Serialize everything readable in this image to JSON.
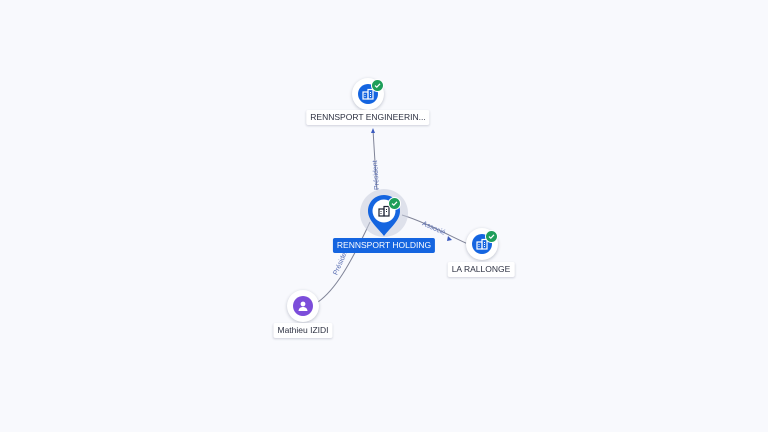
{
  "colors": {
    "company_blue": "#1565e0",
    "person_purple": "#7c4dda",
    "verified_green": "#1e9e5a",
    "edge_gray": "#7f8397",
    "edge_label_blue": "#5b6fb3",
    "background": "#f8f9fd"
  },
  "icons": {
    "company": "building-icon",
    "person": "person-icon",
    "verified": "check-badge-icon"
  },
  "nodes": {
    "holding": {
      "label": "RENNSPORT HOLDING",
      "type": "company",
      "verified": true,
      "selected": true
    },
    "engineering": {
      "label": "RENNSPORT ENGINEERIN...",
      "type": "company",
      "verified": true
    },
    "rallonge": {
      "label": "LA RALLONGE",
      "type": "company",
      "verified": true
    },
    "izidi": {
      "label": "Mathieu IZIDI",
      "type": "person",
      "verified": false
    }
  },
  "edges": [
    {
      "from": "holding",
      "to": "engineering",
      "label": "Président"
    },
    {
      "from": "holding",
      "to": "rallonge",
      "label": "Associé"
    },
    {
      "from": "izidi",
      "to": "holding",
      "label": "Président"
    }
  ]
}
